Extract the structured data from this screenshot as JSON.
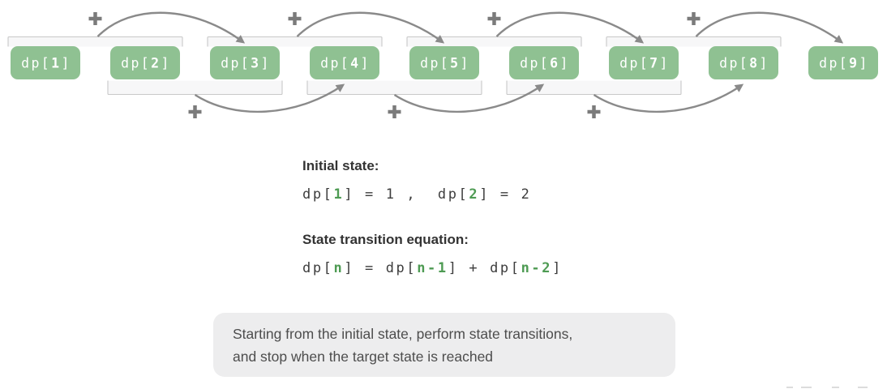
{
  "colors": {
    "box_green": "#8fc192",
    "box_text": "#ffffff",
    "code_green": "#4e9b53",
    "heading_dark": "#333333",
    "code_dark": "#3d3d3d",
    "arrow_gray": "#8a8a8a",
    "plus_gray": "#7b7b7b",
    "bracket_border": "#c8c8c8",
    "bracket_fill": "#f7f7f8",
    "callout_bg": "#ededee",
    "callout_text": "#4d4d4d"
  },
  "diagram": {
    "plus_symbol": "+",
    "boxes": [
      {
        "prefix": "dp[",
        "index": "1",
        "suffix": "]"
      },
      {
        "prefix": "dp[",
        "index": "2",
        "suffix": "]"
      },
      {
        "prefix": "dp[",
        "index": "3",
        "suffix": "]"
      },
      {
        "prefix": "dp[",
        "index": "4",
        "suffix": "]"
      },
      {
        "prefix": "dp[",
        "index": "5",
        "suffix": "]"
      },
      {
        "prefix": "dp[",
        "index": "6",
        "suffix": "]"
      },
      {
        "prefix": "dp[",
        "index": "7",
        "suffix": "]"
      },
      {
        "prefix": "dp[",
        "index": "8",
        "suffix": "]"
      },
      {
        "prefix": "dp[",
        "index": "9",
        "suffix": "]"
      }
    ],
    "top_groups": [
      {
        "left_box": 1,
        "right_box": 2,
        "target_box": 3
      },
      {
        "left_box": 3,
        "right_box": 4,
        "target_box": 5
      },
      {
        "left_box": 5,
        "right_box": 6,
        "target_box": 7
      },
      {
        "left_box": 7,
        "right_box": 8,
        "target_box": 9
      }
    ],
    "bottom_groups": [
      {
        "left_box": 2,
        "right_box": 3,
        "target_box": 4
      },
      {
        "left_box": 4,
        "right_box": 5,
        "target_box": 6
      },
      {
        "left_box": 6,
        "right_box": 7,
        "target_box": 8
      }
    ]
  },
  "sections": [
    {
      "heading": "Initial state:",
      "code": [
        {
          "t": "dp["
        },
        {
          "t": "1",
          "g": true
        },
        {
          "t": "] = 1 ,  dp["
        },
        {
          "t": "2",
          "g": true
        },
        {
          "t": "] = 2"
        }
      ]
    },
    {
      "heading": "State transition equation:",
      "code": [
        {
          "t": "dp["
        },
        {
          "t": "n",
          "g": true
        },
        {
          "t": "] = dp["
        },
        {
          "t": "n-1",
          "g": true
        },
        {
          "t": "] + dp["
        },
        {
          "t": "n-2",
          "g": true
        },
        {
          "t": "]"
        }
      ]
    }
  ],
  "callout": {
    "lines": [
      "Starting from the initial state, perform state transitions,",
      "and stop when the target state is reached"
    ]
  }
}
